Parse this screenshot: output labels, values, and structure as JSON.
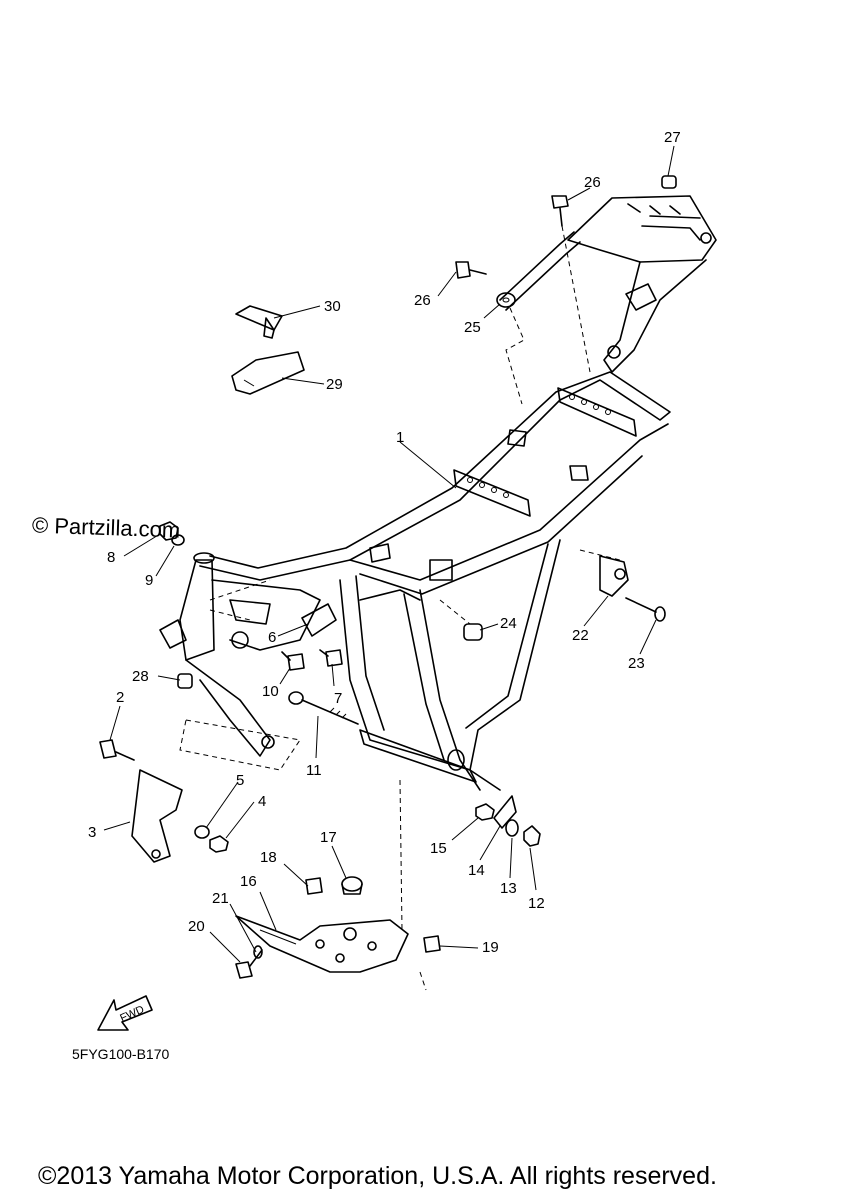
{
  "watermark": "© Partzilla.com",
  "diagram_code": "5FYG100-B170",
  "fwd_label": "FWD",
  "copyright": "©2013 Yamaha Motor Corporation, U.S.A. All rights reserved.",
  "callouts": [
    "1",
    "2",
    "3",
    "4",
    "5",
    "6",
    "7",
    "8",
    "9",
    "10",
    "11",
    "12",
    "13",
    "14",
    "15",
    "16",
    "17",
    "18",
    "19",
    "20",
    "21",
    "22",
    "23",
    "24",
    "25",
    "26",
    "27",
    "28",
    "29",
    "30"
  ],
  "callout_26b": "26"
}
